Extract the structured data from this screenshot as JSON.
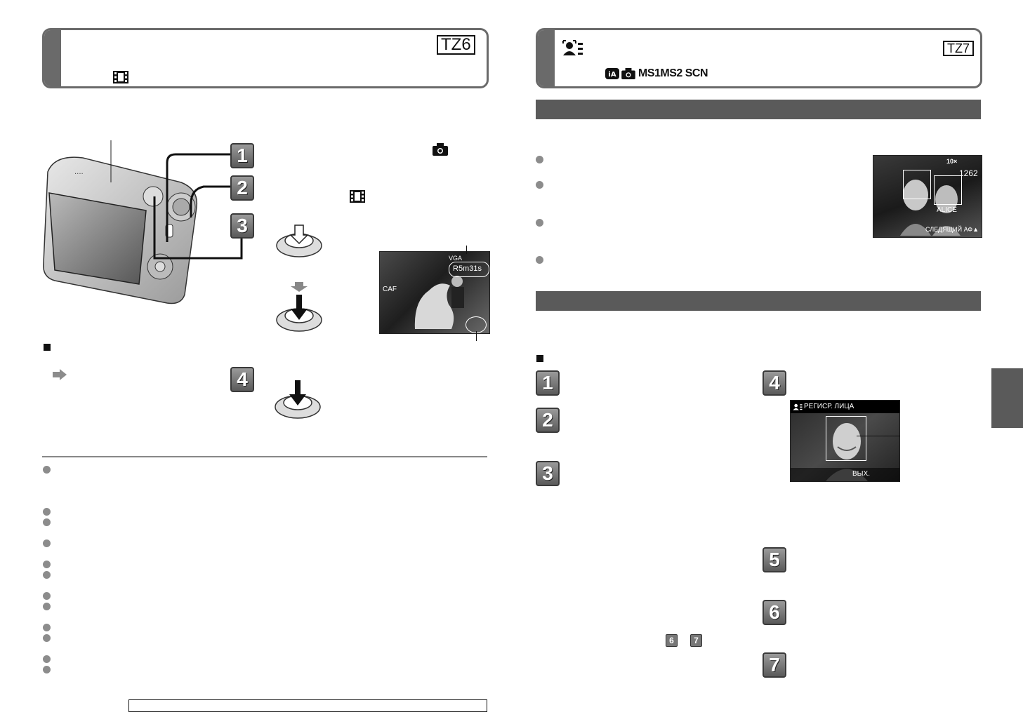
{
  "left_header": {
    "model_tag": "TZ6"
  },
  "right_header": {
    "model_tag": "TZ7",
    "mode_labels": "MS1MS2 SCN"
  },
  "steps": {
    "s1": "1",
    "s2": "2",
    "s3": "3",
    "s4": "4",
    "s5": "5",
    "s6": "6",
    "s7": "7"
  },
  "mini_steps": {
    "a": "6",
    "b": "7"
  },
  "lcd_movie": {
    "remaining": "R5m31s",
    "res": "VGA",
    "mode": "CAF"
  },
  "lcd_face": {
    "count": "1262",
    "name": "ALICE",
    "zoom": "10×",
    "mode_label": "СЛЕДЯЩИЙ АФ▲"
  },
  "lcd_register": {
    "title": "РЕГИСР. ЛИЦА",
    "exit": "ВЫХ."
  },
  "colors": {
    "accent_gray": "#6a6a6a",
    "bar_gray": "#5a5a5a",
    "bullet_gray": "#8c8c8c"
  }
}
